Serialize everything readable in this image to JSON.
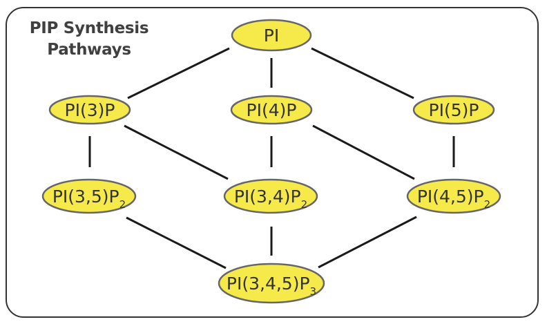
{
  "title": {
    "line1": "PIP Synthesis",
    "line2": "Pathways"
  },
  "colors": {
    "node_fill": "#f6ea4b",
    "node_stroke": "#666666",
    "edge": "#1a1a1a",
    "frame": "#333333"
  },
  "nodes": [
    {
      "id": "PI",
      "base": "PI",
      "sub": ""
    },
    {
      "id": "PI3P",
      "base": "PI(3)P",
      "sub": ""
    },
    {
      "id": "PI4P",
      "base": "PI(4)P",
      "sub": ""
    },
    {
      "id": "PI5P",
      "base": "PI(5)P",
      "sub": ""
    },
    {
      "id": "PI35P2",
      "base": "PI(3,5)P",
      "sub": "2"
    },
    {
      "id": "PI34P2",
      "base": "PI(3,4)P",
      "sub": "2"
    },
    {
      "id": "PI45P2",
      "base": "PI(4,5)P",
      "sub": "2"
    },
    {
      "id": "PI345P3",
      "base": "PI(3,4,5)P",
      "sub": "3"
    }
  ],
  "edges": [
    {
      "from": "PI",
      "to": "PI3P"
    },
    {
      "from": "PI",
      "to": "PI4P"
    },
    {
      "from": "PI",
      "to": "PI5P"
    },
    {
      "from": "PI3P",
      "to": "PI35P2"
    },
    {
      "from": "PI3P",
      "to": "PI34P2"
    },
    {
      "from": "PI4P",
      "to": "PI34P2"
    },
    {
      "from": "PI4P",
      "to": "PI45P2"
    },
    {
      "from": "PI5P",
      "to": "PI45P2"
    },
    {
      "from": "PI35P2",
      "to": "PI345P3"
    },
    {
      "from": "PI34P2",
      "to": "PI345P3"
    },
    {
      "from": "PI45P2",
      "to": "PI345P3"
    }
  ]
}
